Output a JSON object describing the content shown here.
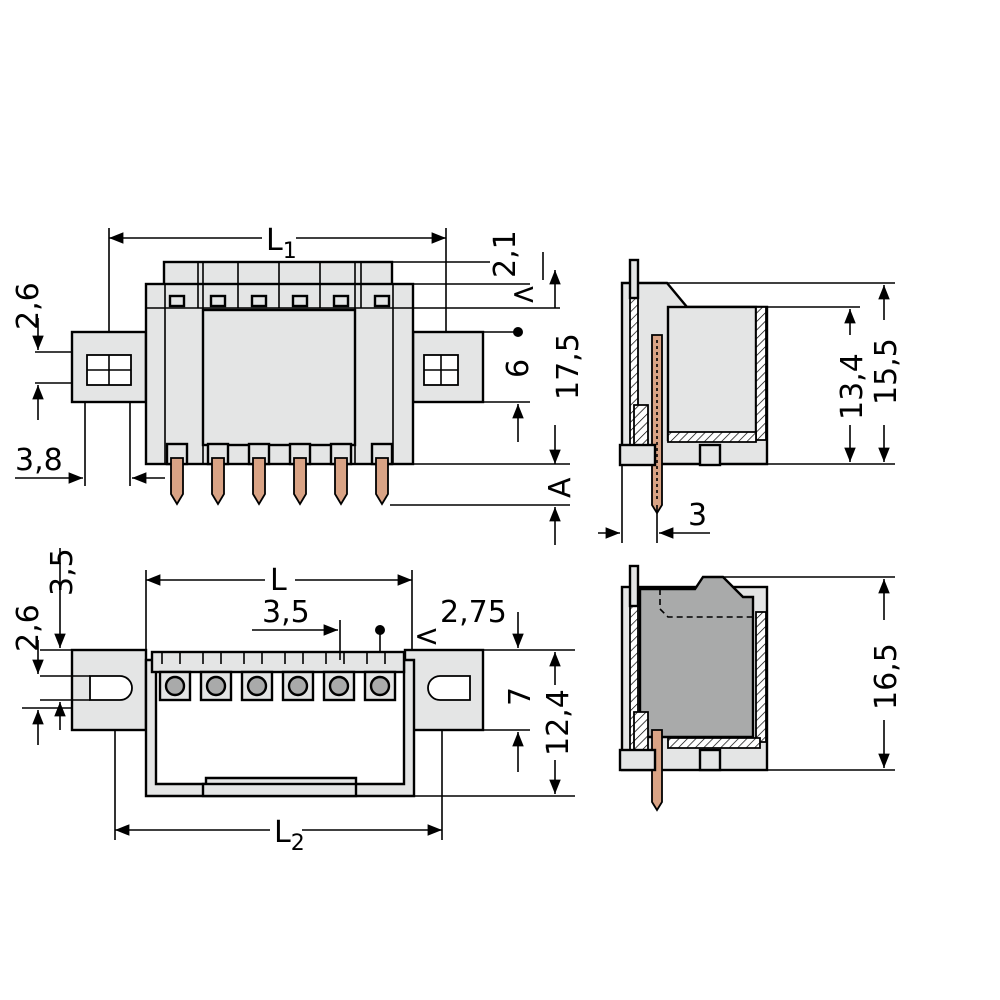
{
  "views": {
    "top_front": {
      "L1": {
        "main": "L",
        "sub": "1"
      },
      "d_2_1": "2,1",
      "d_2_6": "2,6",
      "d_3_8": "3,8",
      "d_6": "6",
      "d_17_5": "17,5",
      "d_A": "A"
    },
    "top_side": {
      "d_13_4": "13,4",
      "d_15_5": "15,5",
      "d_3": "3"
    },
    "bottom_front": {
      "L": "L",
      "L2": {
        "main": "L",
        "sub": "2"
      },
      "d_3_5_top": "3,5",
      "d_3_5_pitch": "3,5",
      "d_2_6": "2,6",
      "d_2_75": "2,75",
      "d_7": "7",
      "d_12_4": "12,4"
    },
    "bottom_side": {
      "d_16_5": "16,5"
    }
  },
  "colors": {
    "housing": "#e4e5e5",
    "housing_dark": "#a9aaaa",
    "pin": "#d9a385",
    "line": "#000000"
  }
}
